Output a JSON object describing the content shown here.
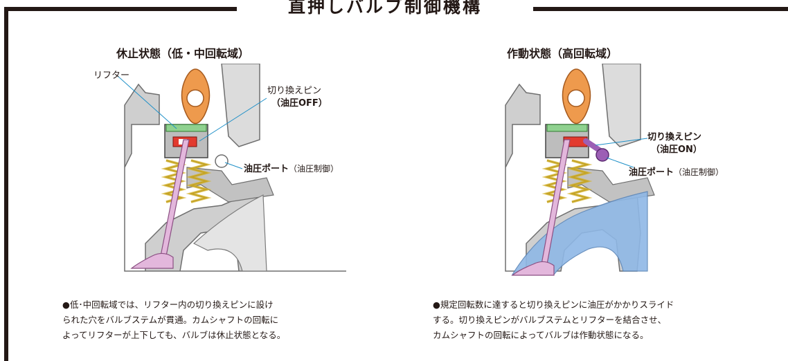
{
  "title": "直押しバルブ制御機構",
  "left": {
    "heading": "休止状態（低・中回転域）",
    "labels": {
      "lifter": "リフター",
      "pin": "切り換えピン",
      "pin_state": "（油圧OFF）",
      "port": "油圧ポート",
      "port_note": "（油圧制御）"
    },
    "caption_lines": [
      "●低･中回転域では、リフター内の切り換えピンに設け",
      "られた穴をバルブステムが貫通。カムシャフトの回転に",
      "よってリフターが上下しても、バルブは休止状態となる。"
    ]
  },
  "right": {
    "heading": "作動状態（高回転域）",
    "labels": {
      "pin": "切り換えピン",
      "pin_state": "（油圧ON）",
      "port": "油圧ポート",
      "port_note": "（油圧制御）"
    },
    "caption_lines": [
      "●規定回転数に達すると切り換えピンに油圧がかかりスライド",
      "する。切り換えピンがバルブステムとリフターを結合させ、",
      "カムシャフトの回転によってバルブは作動状態になる。"
    ]
  },
  "colors": {
    "frame": "#231815",
    "cam": "#ee9a4d",
    "valve": "#e3b7dc",
    "spring": "#d7b42c",
    "pin_active": "#9c5fb5",
    "port_flow": "#8fb8e6",
    "leader": "#1d8fc7"
  }
}
